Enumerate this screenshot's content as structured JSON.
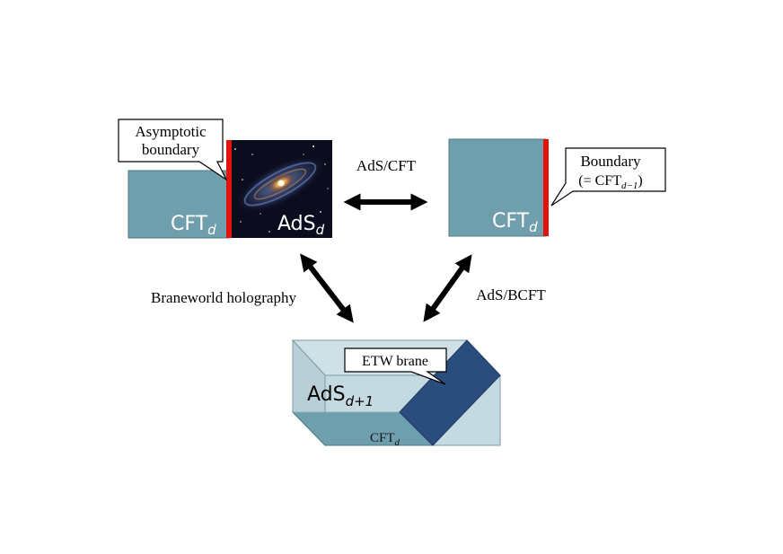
{
  "top_left": {
    "cft_label": "CFT",
    "cft_sub": "d",
    "ads_label": "AdS",
    "ads_sub": "d",
    "callout": [
      "Asymptotic",
      "boundary"
    ]
  },
  "top_right": {
    "cft_label": "CFT",
    "cft_sub": "d",
    "callout_line1": "Boundary",
    "callout_line2_prefix": "(= CFT",
    "callout_line2_sub": "d−1",
    "callout_line2_suffix": ")"
  },
  "arrows": {
    "horizontal_label": "AdS/CFT",
    "left_diagonal_label": "Braneworld holography",
    "right_diagonal_label": "AdS/BCFT"
  },
  "bottom": {
    "ads_label": "AdS",
    "ads_sub": "d+1",
    "cft_label": "CFT",
    "cft_sub": "d",
    "brane_callout": "ETW brane"
  },
  "colors": {
    "slab": "#6f9eac",
    "boundary_red": "#e3120b",
    "brane": "#2b4d7e",
    "box_face": "#c4d9e0",
    "box_top": "#cfe0e6",
    "arrow": "#000000"
  },
  "icons": {
    "galaxy": "galaxy-image"
  }
}
